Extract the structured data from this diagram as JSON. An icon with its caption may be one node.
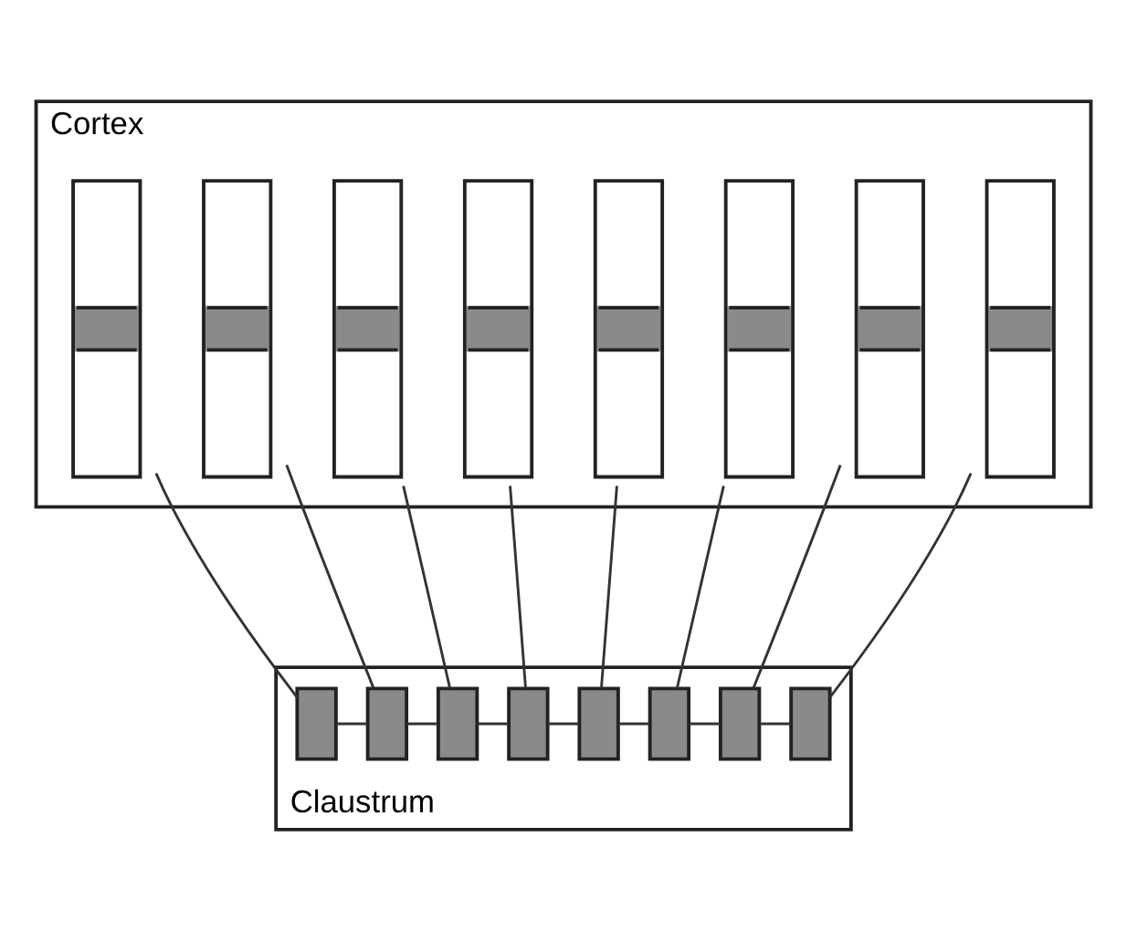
{
  "diagram": {
    "nodes": [
      {
        "text": [
          "Cortex"
        ]
      },
      {
        "text": [],
        "shape": "box",
        "in": 0
      },
      {
        "text": [],
        "shape": "box",
        "in": 0
      },
      {
        "text": [],
        "shape": "box",
        "in": 0
      },
      {
        "text": [],
        "shape": "box",
        "in": 0
      },
      {
        "text": [],
        "shape": "box",
        "in": 0
      },
      {
        "text": [],
        "shape": "box",
        "in": 0
      },
      {
        "text": [],
        "shape": "box",
        "in": 0
      },
      {
        "text": [],
        "shape": "box",
        "in": 0
      },
      {
        "text": [
          "Claustrum"
        ]
      },
      {
        "text": [],
        "shape": "bar",
        "in": 9
      },
      {
        "text": [],
        "shape": "bar",
        "in": 9
      },
      {
        "text": [],
        "shape": "bar",
        "in": 9
      },
      {
        "text": [],
        "shape": "bar",
        "in": 9
      },
      {
        "text": [],
        "shape": "bar",
        "in": 9
      },
      {
        "text": [],
        "shape": "bar",
        "in": 9
      },
      {
        "text": [],
        "shape": "bar",
        "in": 9
      },
      {
        "text": [],
        "shape": "bar",
        "in": 9
      }
    ],
    "edges": [
      {
        "from": 1,
        "to": 10,
        "arrow": "none"
      },
      {
        "from": 2,
        "to": 11,
        "arrow": "none"
      },
      {
        "from": 3,
        "to": 12,
        "arrow": "none"
      },
      {
        "from": 4,
        "to": 13,
        "arrow": "none"
      },
      {
        "from": 5,
        "to": 14,
        "arrow": "none"
      },
      {
        "from": 6,
        "to": 15,
        "arrow": "none"
      },
      {
        "from": 7,
        "to": 16,
        "arrow": "none"
      },
      {
        "from": 8,
        "to": 17,
        "arrow": "none"
      },
      {
        "from": 10,
        "to": 11,
        "arrow": "none"
      },
      {
        "from": 11,
        "to": 12,
        "arrow": "none"
      },
      {
        "from": 12,
        "to": 13,
        "arrow": "none"
      },
      {
        "from": 13,
        "to": 14,
        "arrow": "none"
      },
      {
        "from": 14,
        "to": 15,
        "arrow": "none"
      },
      {
        "from": 15,
        "to": 16,
        "arrow": "none"
      },
      {
        "from": 16,
        "to": 17,
        "arrow": "none"
      }
    ]
  }
}
